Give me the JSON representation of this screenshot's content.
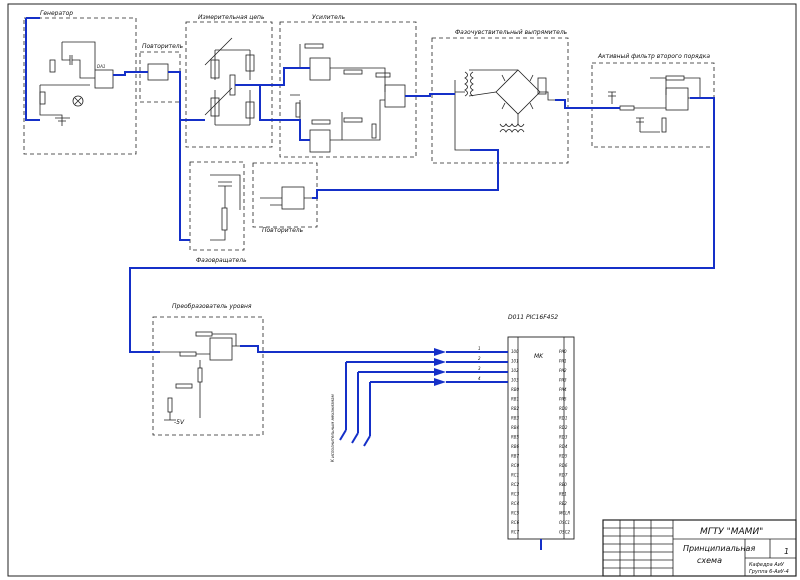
{
  "blocks": {
    "generator": "Генератор",
    "repeater1": "Повторитель",
    "measuring": "Измерительная цепь",
    "amplifier": "Усилитель",
    "phase_detector": "Фазочувствительный выпрямитель",
    "filter": "Активный фильтр второго порядка",
    "repeater2": "Повторитель",
    "phase_shifter": "Фазовращатель",
    "level_converter": "Преобразователь уровня"
  },
  "mcu": {
    "title": "D011 PIC16F452",
    "label": "MK",
    "pins_left": [
      "100",
      "101",
      "102",
      "103",
      "RB0",
      "RB1",
      "RB2",
      "RB3",
      "RB4",
      "RB5",
      "RB6",
      "RB7",
      "RC0",
      "RC1",
      "RC2",
      "RC3",
      "RC4",
      "RC5",
      "RC6",
      "RC7"
    ],
    "pins_right": [
      "PA0",
      "PA1",
      "PA2",
      "PA3",
      "PA4",
      "PA5",
      "RD0",
      "RD1",
      "RD2",
      "RD3",
      "RD4",
      "RD5",
      "RD6",
      "RD7",
      "RE0",
      "RE1",
      "RE2",
      "MCLR",
      "OSC1",
      "OSC2"
    ]
  },
  "wire_labels": [
    "1",
    "2",
    "3",
    "4"
  ],
  "side_note": "К исполнительным механизмам",
  "supply_label": "-5V",
  "title_block": {
    "org": "МГТУ \"МАМИ\"",
    "doc_name_1": "Принципиальная",
    "doc_name_2": "схема",
    "sheet": "1",
    "dept": "Кафедра АиУ",
    "group": "Группа 6-АиУ-4"
  }
}
